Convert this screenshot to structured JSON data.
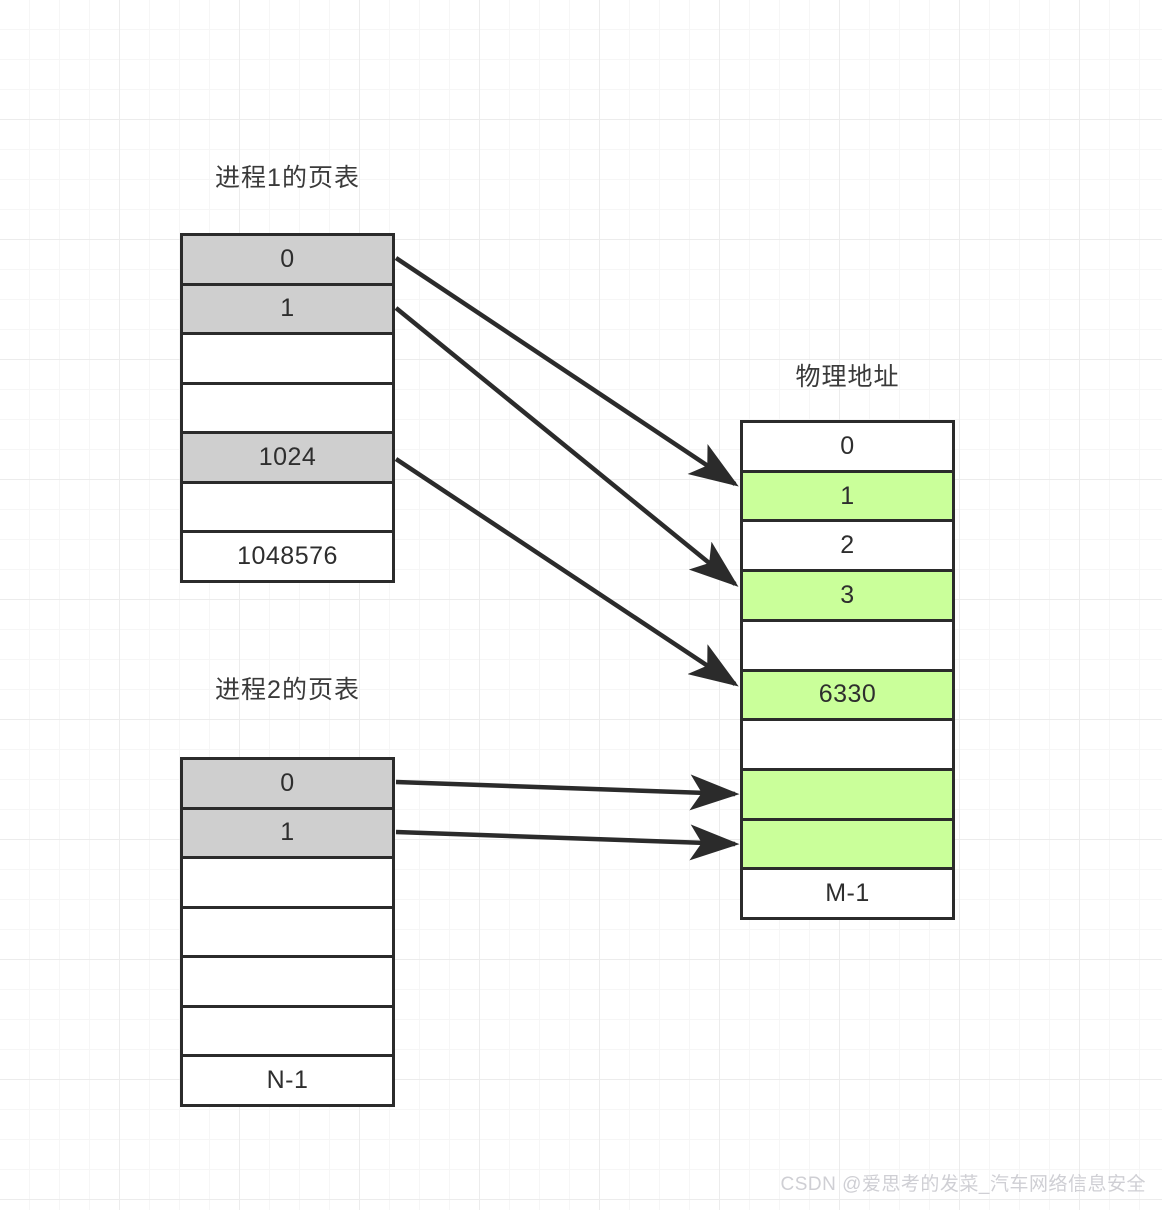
{
  "diagram": {
    "title_p1": "进程1的页表",
    "title_p2": "进程2的页表",
    "title_phys": "物理地址"
  },
  "process1_table": {
    "title": "进程1的页表",
    "rows": [
      {
        "label": "0",
        "fill": "gray"
      },
      {
        "label": "1",
        "fill": "gray"
      },
      {
        "label": "",
        "fill": "white"
      },
      {
        "label": "",
        "fill": "white"
      },
      {
        "label": "1024",
        "fill": "gray"
      },
      {
        "label": "",
        "fill": "white"
      },
      {
        "label": "1048576",
        "fill": "white"
      }
    ]
  },
  "process2_table": {
    "title": "进程2的页表",
    "rows": [
      {
        "label": "0",
        "fill": "gray"
      },
      {
        "label": "1",
        "fill": "gray"
      },
      {
        "label": "",
        "fill": "white"
      },
      {
        "label": "",
        "fill": "white"
      },
      {
        "label": "",
        "fill": "white"
      },
      {
        "label": "",
        "fill": "white"
      },
      {
        "label": "N-1",
        "fill": "white"
      }
    ]
  },
  "physical_table": {
    "title": "物理地址",
    "rows": [
      {
        "label": "0",
        "fill": "white"
      },
      {
        "label": "1",
        "fill": "green"
      },
      {
        "label": "2",
        "fill": "white"
      },
      {
        "label": "3",
        "fill": "green"
      },
      {
        "label": "",
        "fill": "white"
      },
      {
        "label": "6330",
        "fill": "green"
      },
      {
        "label": "",
        "fill": "white"
      },
      {
        "label": "",
        "fill": "green"
      },
      {
        "label": "",
        "fill": "green"
      },
      {
        "label": "M-1",
        "fill": "white"
      }
    ]
  },
  "mappings": [
    {
      "from_table": "process1",
      "from_row": 0,
      "to_table": "physical",
      "to_row": 1
    },
    {
      "from_table": "process1",
      "from_row": 1,
      "to_table": "physical",
      "to_row": 3
    },
    {
      "from_table": "process1",
      "from_row": 4,
      "to_table": "physical",
      "to_row": 5
    },
    {
      "from_table": "process2",
      "from_row": 0,
      "to_table": "physical",
      "to_row": 7
    },
    {
      "from_table": "process2",
      "from_row": 1,
      "to_table": "physical",
      "to_row": 8
    }
  ],
  "colors": {
    "highlight_gray": "#cfcfcf",
    "highlight_green": "#caff9a",
    "border": "#2b2b2b",
    "arrow": "#2b2b2b",
    "grid_minor": "#f6f6f6",
    "grid_major": "#ececec",
    "watermark": "#cfcfd4"
  },
  "watermark": {
    "text": "CSDN @爱思考的发菜_汽车网络信息安全"
  }
}
